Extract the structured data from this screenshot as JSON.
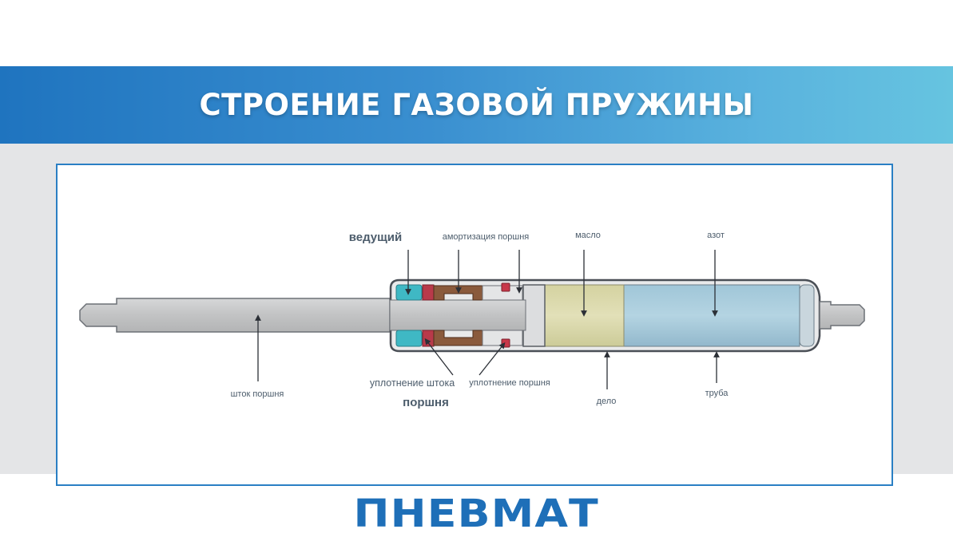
{
  "header": {
    "title": "СТРОЕНИЕ ГАЗОВОЙ ПРУЖИНЫ"
  },
  "diagram": {
    "labels": {
      "guide": "ведущий",
      "piston_damping": "амортизация поршня",
      "oil": "масло",
      "nitrogen": "азот",
      "piston_rod": "шток поршня",
      "rod_seal": "уплотнение штока",
      "piston": "поршня",
      "piston_seal": "уплотнение поршня",
      "body": "дело",
      "tube": "труба"
    },
    "colors": {
      "rod": "#c9cacb",
      "guide": "#3fb8c4",
      "seal": "#b83a4a",
      "damping": "#8a5a3c",
      "oil": "#d8d6a8",
      "nitrogen": "#a6c8d8",
      "tube_outline": "#4a4f56",
      "brand": "#1e6fb8",
      "banner_start": "#1f74bf",
      "banner_end": "#66c4e0"
    }
  },
  "footer": {
    "logo": "ПНЕВМАТ"
  }
}
